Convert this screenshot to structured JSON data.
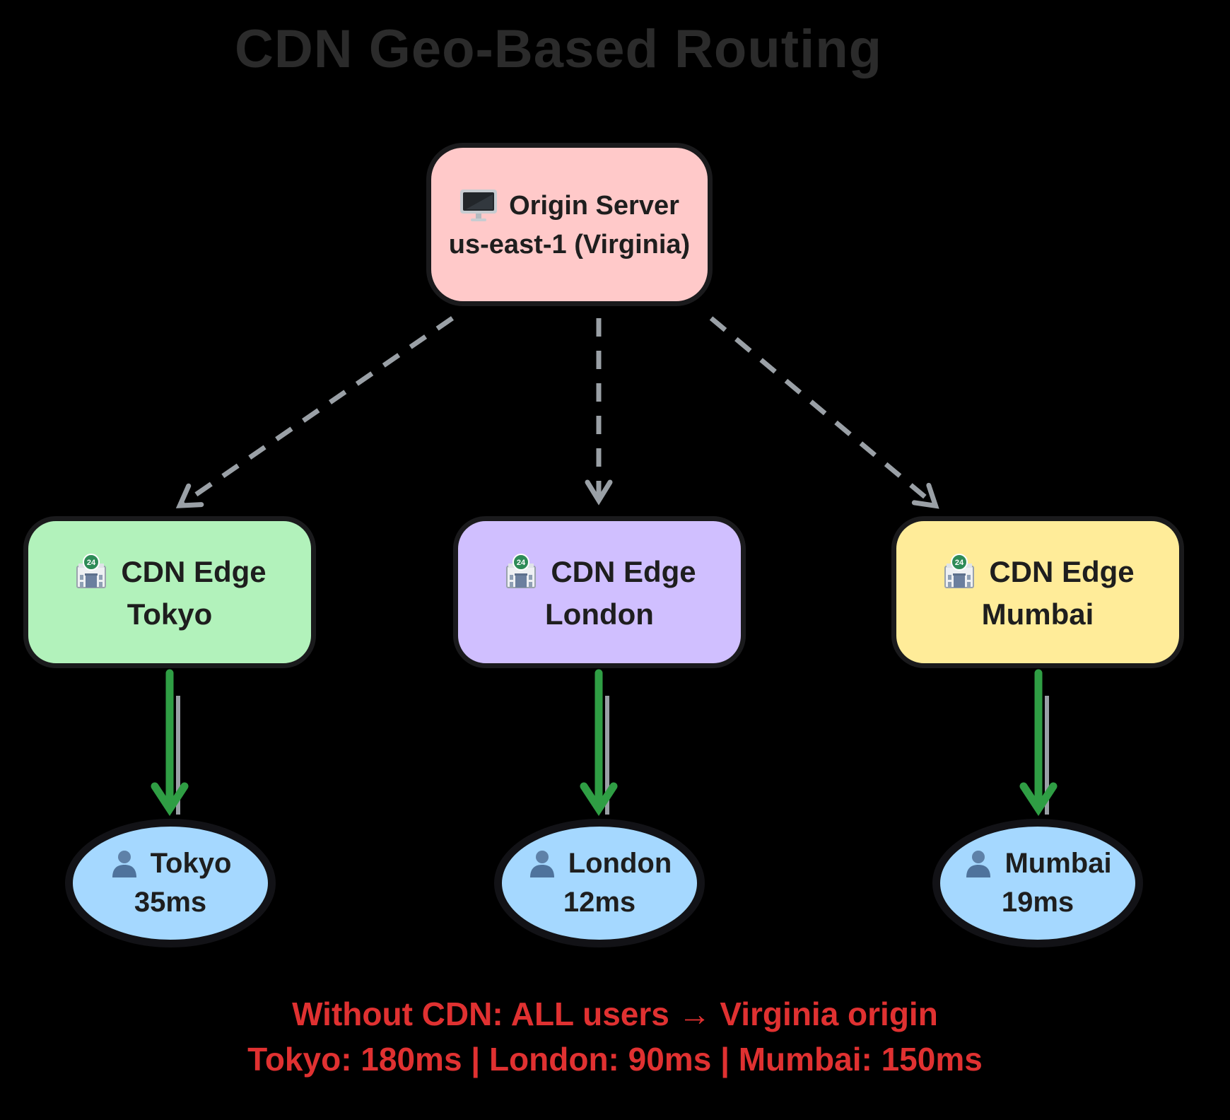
{
  "title": "CDN Geo-Based Routing",
  "origin": {
    "icon": "desktop-computer",
    "title": "Origin Server",
    "subtitle": "us-east-1 (Virginia)",
    "fill": "#ffc9c9"
  },
  "edges": [
    {
      "icon": "convenience-store",
      "title": "CDN Edge",
      "city": "Tokyo",
      "fill": "#b2f2bb"
    },
    {
      "icon": "convenience-store",
      "title": "CDN Edge",
      "city": "London",
      "fill": "#d0bfff"
    },
    {
      "icon": "convenience-store",
      "title": "CDN Edge",
      "city": "Mumbai",
      "fill": "#ffec99"
    }
  ],
  "users": [
    {
      "icon": "person",
      "city": "Tokyo",
      "latency": "35ms",
      "fill": "#a5d8ff"
    },
    {
      "icon": "person",
      "city": "London",
      "latency": "12ms",
      "fill": "#a5d8ff"
    },
    {
      "icon": "person",
      "city": "Mumbai",
      "latency": "19ms",
      "fill": "#a5d8ff"
    }
  ],
  "footer": {
    "line1": "Without CDN: ALL users → Virginia origin",
    "line2": "Tokyo: 180ms | London: 90ms | Mumbai: 150ms",
    "color": "#e03131"
  },
  "icons": {
    "store_badge": "24"
  },
  "colors": {
    "background": "#000000",
    "node_stroke": "#1a1a1c",
    "label_text": "#1e1e1e",
    "title_text": "#2b2b2b",
    "dashed_arrow": "#9aa0a6",
    "delivery_arrow": "#2f9e44",
    "warning_text": "#e03131"
  }
}
